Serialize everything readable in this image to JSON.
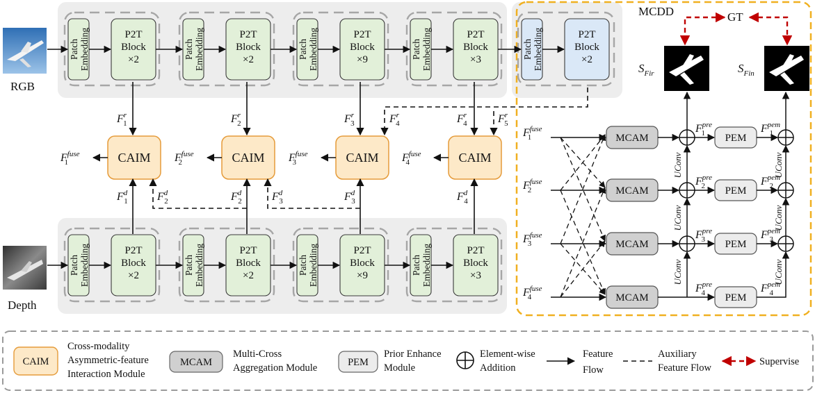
{
  "inputs": {
    "rgb_label": "RGB",
    "depth_label": "Depth"
  },
  "encoder": {
    "patch_embedding_line1": "Patch",
    "patch_embedding_line2": "Embedding",
    "block_line1": "P2T",
    "block_line2": "Block",
    "rgb_stages": [
      "×2",
      "×2",
      "×9",
      "×3",
      "×2"
    ],
    "depth_stages": [
      "×2",
      "×2",
      "×9",
      "×3"
    ]
  },
  "features": {
    "F_base": "F",
    "rgb_sup": "r",
    "depth_sup": "d",
    "fuse_sup": "fuse",
    "rgb_subs": [
      "1",
      "2",
      "3",
      "4",
      "4",
      "5"
    ],
    "depth_subs": [
      "1",
      "2",
      "2",
      "3",
      "3",
      "4"
    ],
    "fuse_subs": [
      "1",
      "2",
      "3",
      "4"
    ]
  },
  "caim": {
    "label": "CAIM",
    "count": 4
  },
  "mcdd": {
    "title": "MCDD",
    "gt_label": "GT",
    "s_base": "S",
    "s_fir_sub": "Fir",
    "s_fin_sub": "Fin",
    "mcam_label": "MCAM",
    "pem_label": "PEM",
    "uconv_label": "UConv",
    "pre_sup": "pre",
    "pem_sup": "pem",
    "fuse_inputs": [
      "1",
      "2",
      "3",
      "4"
    ]
  },
  "legend": {
    "caim_box": "CAIM",
    "caim_desc": [
      "Cross-modality",
      "Asymmetric-feature",
      "Interaction Module"
    ],
    "mcam_box": "MCAM",
    "mcam_desc": [
      "Multi-Cross",
      "Aggregation Module"
    ],
    "pem_box": "PEM",
    "pem_desc": [
      "Prior Enhance",
      "Module"
    ],
    "add_desc": [
      "Element-wise",
      "Addition"
    ],
    "flow_desc": [
      "Feature",
      "Flow"
    ],
    "aux_desc": [
      "Auxiliary",
      "Feature Flow"
    ],
    "supervise_desc": "Supervise"
  },
  "colors": {
    "patch_green": "#e2f0d9",
    "block_green": "#e2f0d9",
    "blue_stage": "#dae8f7",
    "caim_fill": "#fde9c8",
    "caim_stroke": "#e59b3a",
    "mcam_fill": "#d0d0d0",
    "pem_fill": "#ececec",
    "panel_gray": "#ededed",
    "mcdd_border": "#f0b020",
    "supervise_red": "#c00000"
  }
}
